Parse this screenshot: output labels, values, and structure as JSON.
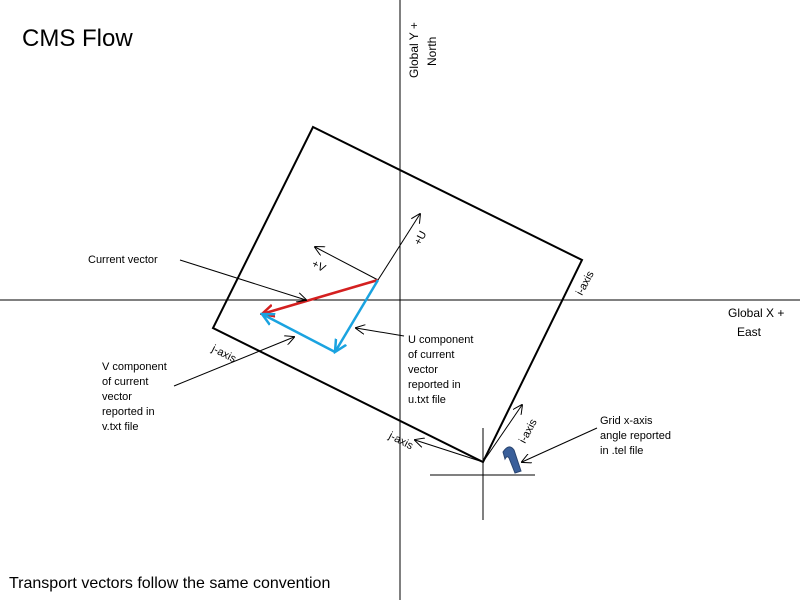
{
  "title": "CMS Flow",
  "footer": "Transport vectors follow the same convention",
  "global_axes": {
    "y_label_line1": "Global Y +",
    "y_label_line2": "North",
    "x_label_line1": "Global X +",
    "x_label_line2": "East"
  },
  "grid_axes": {
    "i_axis": "i-axis",
    "j_axis": "j-axis"
  },
  "vectors": {
    "u_label": "+U",
    "v_label": "+V"
  },
  "callouts": {
    "current_vector": "Current vector",
    "u_component": [
      "U component",
      "of current",
      "vector",
      "reported in",
      "u.txt file"
    ],
    "v_component": [
      "V component",
      "of current",
      "vector",
      "reported in",
      "v.txt file"
    ],
    "grid_angle": [
      "Grid x-axis",
      "angle reported",
      "in .tel file"
    ]
  },
  "colors": {
    "current_vector": "#d42020",
    "components": "#1aa3e0",
    "angle_marker": "#3a5f9a"
  }
}
